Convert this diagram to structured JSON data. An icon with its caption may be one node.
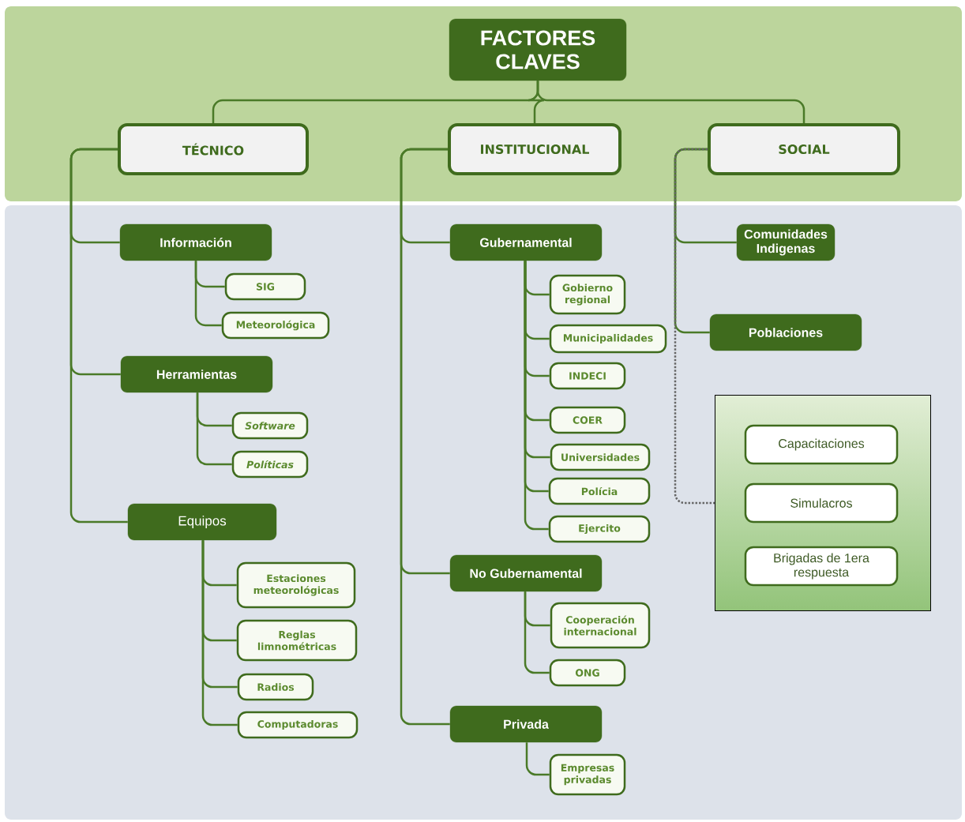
{
  "diagram": {
    "nodes": [
      {
        "text": [
          "FACTORES CLAVES"
        ]
      },
      {
        "text": [
          "TÉCNICO"
        ]
      },
      {
        "text": [
          "INSTITUCIONAL"
        ]
      },
      {
        "text": [
          "SOCIAL"
        ]
      },
      {
        "text": [
          "Información"
        ]
      },
      {
        "text": [
          "SIG"
        ]
      },
      {
        "text": [
          "Meteorológica"
        ]
      },
      {
        "text": [
          "Herramientas"
        ]
      },
      {
        "text": [
          "Software"
        ]
      },
      {
        "text": [
          "Políticas"
        ]
      },
      {
        "text": [
          "Equipos"
        ]
      },
      {
        "text": [
          "Estaciones meteorológicas"
        ]
      },
      {
        "text": [
          "Reglas limnométricas"
        ]
      },
      {
        "text": [
          "Radios"
        ]
      },
      {
        "text": [
          "Computadoras"
        ]
      },
      {
        "text": [
          "Gubernamental"
        ]
      },
      {
        "text": [
          "Gobierno regional"
        ]
      },
      {
        "text": [
          "Municipalidades"
        ]
      },
      {
        "text": [
          "INDECI"
        ]
      },
      {
        "text": [
          "COER"
        ]
      },
      {
        "text": [
          "Universidades"
        ]
      },
      {
        "text": [
          "Polícia"
        ]
      },
      {
        "text": [
          "Ejercito"
        ]
      },
      {
        "text": [
          "No Gubernamental"
        ]
      },
      {
        "text": [
          "Cooperación internacional"
        ]
      },
      {
        "text": [
          "ONG"
        ]
      },
      {
        "text": [
          "Privada"
        ]
      },
      {
        "text": [
          "Empresas privadas"
        ]
      },
      {
        "text": [
          "Comunidades Indigenas"
        ]
      },
      {
        "text": [
          "Poblaciones"
        ]
      },
      {
        "text": [],
        "shape": "box"
      },
      {
        "text": [
          "Capacitaciones"
        ],
        "in": 30
      },
      {
        "text": [
          "Simulacros"
        ],
        "in": 30
      },
      {
        "text": [
          "Brigadas de 1era respuesta"
        ],
        "in": 30
      }
    ],
    "edges": [
      {
        "from": 0,
        "to": 1,
        "arrow": "none"
      },
      {
        "from": 0,
        "to": 2,
        "arrow": "none"
      },
      {
        "from": 0,
        "to": 3,
        "arrow": "none"
      },
      {
        "from": 1,
        "to": 4,
        "arrow": "none"
      },
      {
        "from": 1,
        "to": 7,
        "arrow": "none"
      },
      {
        "from": 1,
        "to": 10,
        "arrow": "none"
      },
      {
        "from": 4,
        "to": 5,
        "arrow": "none"
      },
      {
        "from": 4,
        "to": 6,
        "arrow": "none"
      },
      {
        "from": 7,
        "to": 8,
        "arrow": "none"
      },
      {
        "from": 7,
        "to": 9,
        "arrow": "none"
      },
      {
        "from": 10,
        "to": 11,
        "arrow": "none"
      },
      {
        "from": 10,
        "to": 12,
        "arrow": "none"
      },
      {
        "from": 10,
        "to": 13,
        "arrow": "none"
      },
      {
        "from": 10,
        "to": 14,
        "arrow": "none"
      },
      {
        "from": 2,
        "to": 15,
        "arrow": "none"
      },
      {
        "from": 2,
        "to": 23,
        "arrow": "none"
      },
      {
        "from": 2,
        "to": 26,
        "arrow": "none"
      },
      {
        "from": 15,
        "to": 16,
        "arrow": "none"
      },
      {
        "from": 15,
        "to": 17,
        "arrow": "none"
      },
      {
        "from": 15,
        "to": 18,
        "arrow": "none"
      },
      {
        "from": 15,
        "to": 19,
        "arrow": "none"
      },
      {
        "from": 15,
        "to": 20,
        "arrow": "none"
      },
      {
        "from": 15,
        "to": 21,
        "arrow": "none"
      },
      {
        "from": 15,
        "to": 22,
        "arrow": "none"
      },
      {
        "from": 23,
        "to": 24,
        "arrow": "none"
      },
      {
        "from": 23,
        "to": 25,
        "arrow": "none"
      },
      {
        "from": 26,
        "to": 27,
        "arrow": "none"
      },
      {
        "from": 3,
        "to": 28,
        "arrow": "none"
      },
      {
        "from": 3,
        "to": 29,
        "arrow": "none"
      },
      {
        "from": 3,
        "to": 30,
        "arrow": "none",
        "style": "dashed"
      }
    ]
  }
}
